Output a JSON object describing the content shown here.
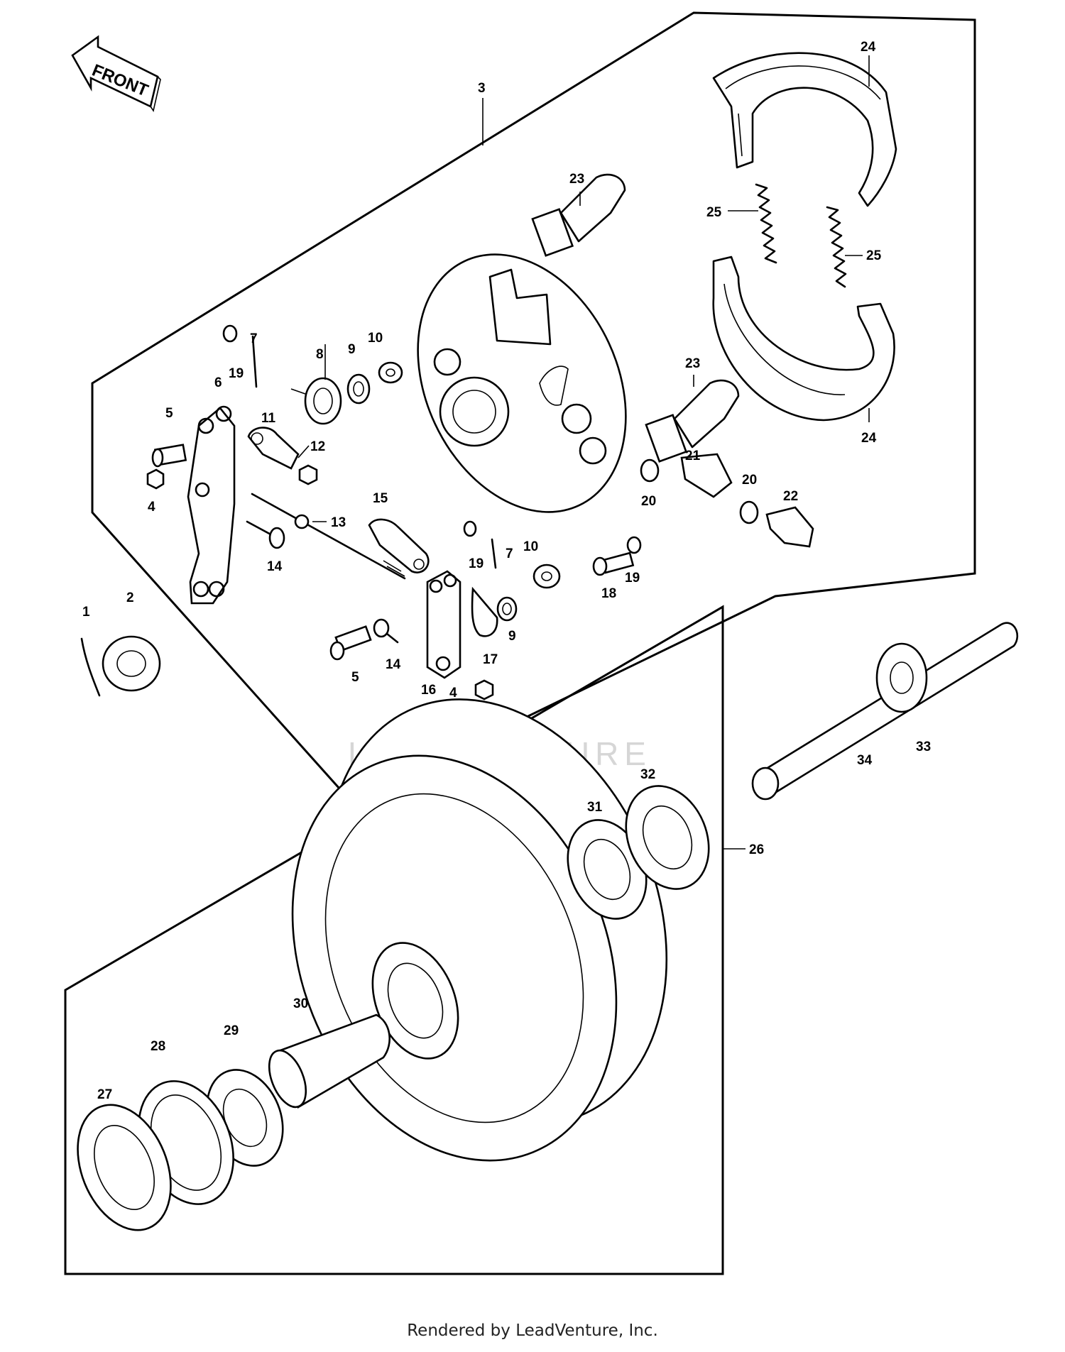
{
  "front_label": "FRONT",
  "watermark": "LEADVENTURE",
  "footer": "Rendered by LeadVenture, Inc.",
  "callouts": {
    "c1": "1",
    "c2": "2",
    "c3": "3",
    "c4a": "4",
    "c4b": "4",
    "c5a": "5",
    "c5b": "5",
    "c6": "6",
    "c7a": "7",
    "c7b": "7",
    "c8": "8",
    "c9a": "9",
    "c9b": "9",
    "c10a": "10",
    "c10b": "10",
    "c11": "11",
    "c12": "12",
    "c13": "13",
    "c14a": "14",
    "c14b": "14",
    "c15": "15",
    "c16": "16",
    "c17": "17",
    "c18": "18",
    "c19a": "19",
    "c19b": "19",
    "c19c": "19",
    "c20a": "20",
    "c20b": "20",
    "c21": "21",
    "c22": "22",
    "c23a": "23",
    "c23b": "23",
    "c24a": "24",
    "c24b": "24",
    "c25a": "25",
    "c25b": "25",
    "c26": "26",
    "c27": "27",
    "c28": "28",
    "c29": "29",
    "c30": "30",
    "c31": "31",
    "c32": "32",
    "c33": "33",
    "c34": "34"
  }
}
